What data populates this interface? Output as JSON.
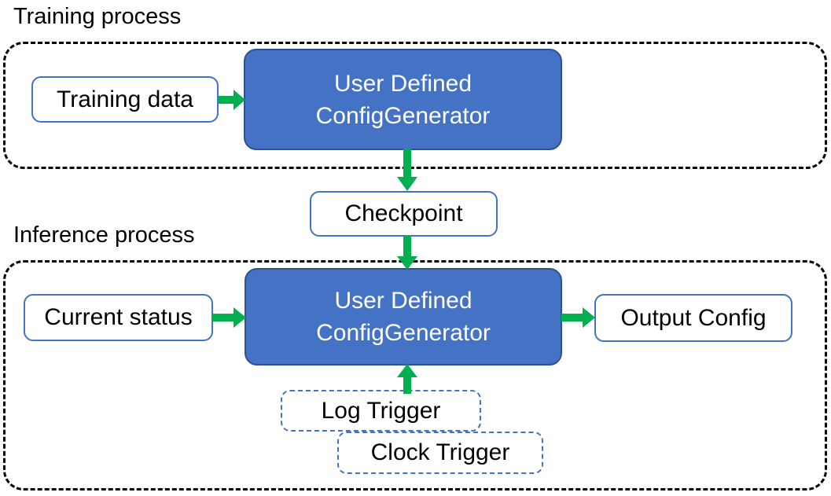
{
  "diagram": {
    "title_training": "Training process",
    "title_inference": "Inference process",
    "nodes": {
      "training_data": "Training data",
      "udcg_training": {
        "line1": "User Defined",
        "line2": "ConfigGenerator"
      },
      "checkpoint": "Checkpoint",
      "current_status": "Current status",
      "udcg_inference": {
        "line1": "User Defined",
        "line2": "ConfigGenerator"
      },
      "output_config": "Output Config",
      "log_trigger": "Log Trigger",
      "clock_trigger": "Clock Trigger"
    },
    "colors": {
      "process_fill": "#4472C4",
      "process_stroke": "#2F528F",
      "box_stroke": "#4472C4",
      "arrow": "#00B050",
      "container_stroke": "#000000",
      "text_dark": "#000000",
      "text_light": "#FFFFFF"
    },
    "edges": [
      {
        "from": "training_data",
        "to": "udcg_training",
        "direction": "right"
      },
      {
        "from": "udcg_training",
        "to": "checkpoint",
        "direction": "down"
      },
      {
        "from": "checkpoint",
        "to": "udcg_inference",
        "direction": "down"
      },
      {
        "from": "current_status",
        "to": "udcg_inference",
        "direction": "right"
      },
      {
        "from": "udcg_inference",
        "to": "output_config",
        "direction": "right"
      },
      {
        "from": "log_trigger",
        "to": "udcg_inference",
        "direction": "up"
      }
    ]
  }
}
